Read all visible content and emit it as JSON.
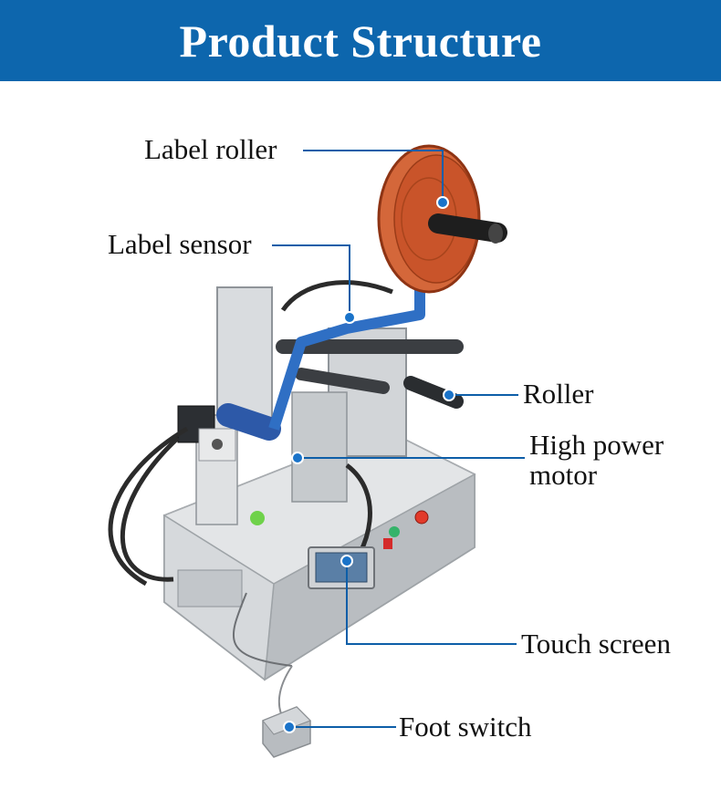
{
  "header": {
    "title": "Product Structure",
    "background": "#0d66ad",
    "text_color": "#ffffff"
  },
  "colors": {
    "callout_line": "#0d5ea8",
    "callout_dot": "#1a73c9",
    "reel": "#c8542a",
    "machine_body": "#cfd2d4"
  },
  "callouts": [
    {
      "id": "label-roller",
      "label": "Label roller"
    },
    {
      "id": "label-sensor",
      "label": "Label sensor"
    },
    {
      "id": "roller",
      "label": "Roller"
    },
    {
      "id": "high-power-motor",
      "label_line1": "High power",
      "label_line2": "motor"
    },
    {
      "id": "touch-screen",
      "label": "Touch screen"
    },
    {
      "id": "foot-switch",
      "label": "Foot switch"
    }
  ]
}
